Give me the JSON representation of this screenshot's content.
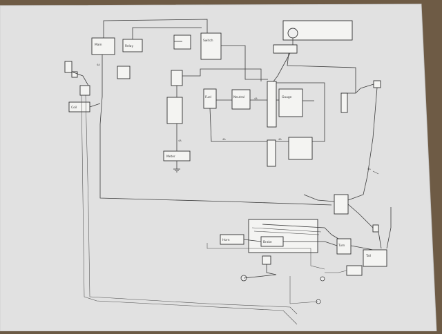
{
  "diagram": {
    "components": [
      {
        "id": "c1",
        "text": "Main"
      },
      {
        "id": "c2",
        "text": "Relay"
      },
      {
        "id": "c3",
        "text": "Fuel"
      },
      {
        "id": "c4",
        "text": "Neutral"
      },
      {
        "id": "c5",
        "text": "Meter"
      },
      {
        "id": "c6",
        "text": "Gauge"
      },
      {
        "id": "c7",
        "text": "Switch"
      },
      {
        "id": "c8",
        "text": "Brake"
      },
      {
        "id": "c9",
        "text": "Horn"
      },
      {
        "id": "c10",
        "text": "Turn"
      },
      {
        "id": "c11",
        "text": "Tail"
      },
      {
        "id": "c12",
        "text": "Coil"
      }
    ],
    "labels": [
      {
        "id": "l1",
        "text": "4A"
      },
      {
        "id": "l2",
        "text": "4A"
      },
      {
        "id": "l3",
        "text": "4A"
      },
      {
        "id": "l4",
        "text": "4A"
      },
      {
        "id": "l5",
        "text": "4A"
      },
      {
        "id": "l6",
        "text": "4A"
      }
    ]
  }
}
